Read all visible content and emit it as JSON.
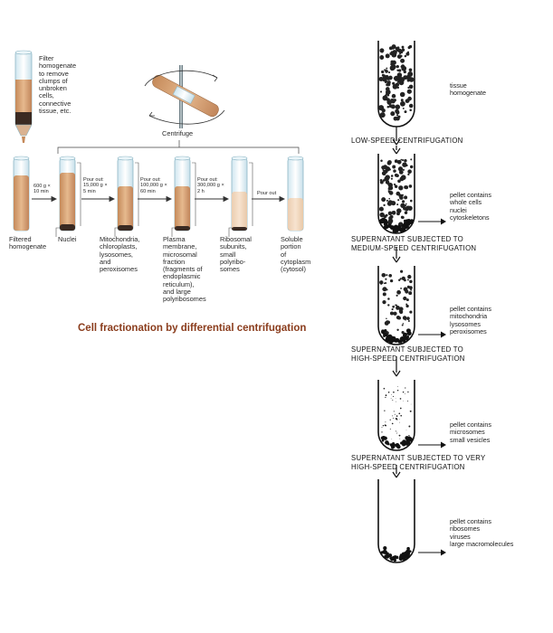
{
  "left": {
    "filter_label": "Filter\nhomogenate\nto remove\nclumps of\nunbroken\ncells,\nconnective\ntissue, etc.",
    "centrifuge_label": "Centrifuge",
    "filtered_homogenate_label": "Filtered\nhomogenate",
    "steps": [
      "600 g ×\n10 min",
      "Pour out:\n15,000 g ×\n5 min",
      "Pour out:\n100,000 g ×\n60 min",
      "Pour out:\n300,000 g ×\n2 h",
      "Pour out"
    ],
    "fractions": [
      "Nuclei",
      "Mitochondria,\nchloroplasts,\nlysosomes,\nand\nperoxisomes",
      "Plasma\nmembrane,\nmicrosomal\nfraction\n(fragments of\nendoplasmic\nreticulum),\nand large\npolyribosomes",
      "Ribosomal\nsubunits,\nsmall\npolyribo-\nsomes",
      "Soluble\nportion\nof\ncytoplasm\n(cytosol)"
    ],
    "caption": "Cell fractionation by differential centrifugation"
  },
  "right": {
    "tissue_label": "tissue\nhomogenate",
    "stages": [
      "LOW-SPEED CENTRIFUGATION",
      "SUPERNATANT SUBJECTED TO\nMEDIUM-SPEED CENTRIFUGATION",
      "SUPERNATANT SUBJECTED TO\nHIGH-SPEED CENTRIFUGATION",
      "SUPERNATANT SUBJECTED TO VERY\nHIGH-SPEED CENTRIFUGATION"
    ],
    "pellets": [
      "pellet contains\nwhole cells\nnuclei\ncytoskeletons",
      "pellet contains\nmitochondria\nlysosomes\nperoxisomes",
      "pellet contains\nmicrosomes\nsmall vesicles",
      "pellet contains\nribosomes\nviruses\nlarge macromolecules"
    ]
  }
}
